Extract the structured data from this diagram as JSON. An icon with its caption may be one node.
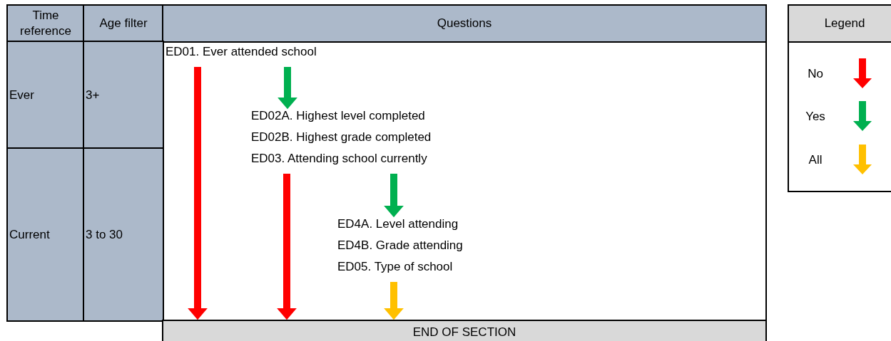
{
  "diagram": {
    "nodes": [
      {
        "text": [
          "ED01. Ever attended school"
        ]
      },
      {
        "text": [
          "ED02A. Highest level completed"
        ]
      },
      {
        "text": [
          "ED02B. Highest grade completed"
        ]
      },
      {
        "text": [
          "ED03. Attending school currently"
        ]
      },
      {
        "text": [
          "ED4A. Level attending"
        ]
      },
      {
        "text": [
          "ED4B. Grade attending"
        ]
      },
      {
        "text": [
          "ED05. Type of school"
        ]
      },
      {
        "text": [
          "END OF SECTION"
        ]
      }
    ],
    "edges": [
      {
        "from": 0,
        "to": 7,
        "arrow": "to",
        "color": "#ff0000"
      },
      {
        "from": 0,
        "to": 1,
        "arrow": "to",
        "color": "#00b050"
      },
      {
        "from": 3,
        "to": 7,
        "arrow": "to",
        "color": "#ff0000"
      },
      {
        "from": 3,
        "to": 4,
        "arrow": "to",
        "color": "#00b050"
      },
      {
        "from": 6,
        "to": 7,
        "arrow": "to",
        "color": "#ffc000"
      }
    ],
    "labels": [
      "Time reference",
      "Age filter",
      "Questions",
      "Ever",
      "3+",
      "Current",
      "3 to 30",
      "Legend"
    ],
    "legend": [
      {
        "text": "No",
        "color": "#ff0000"
      },
      {
        "text": "Yes",
        "color": "#00b050"
      },
      {
        "text": "All",
        "color": "#ffc000"
      }
    ]
  }
}
